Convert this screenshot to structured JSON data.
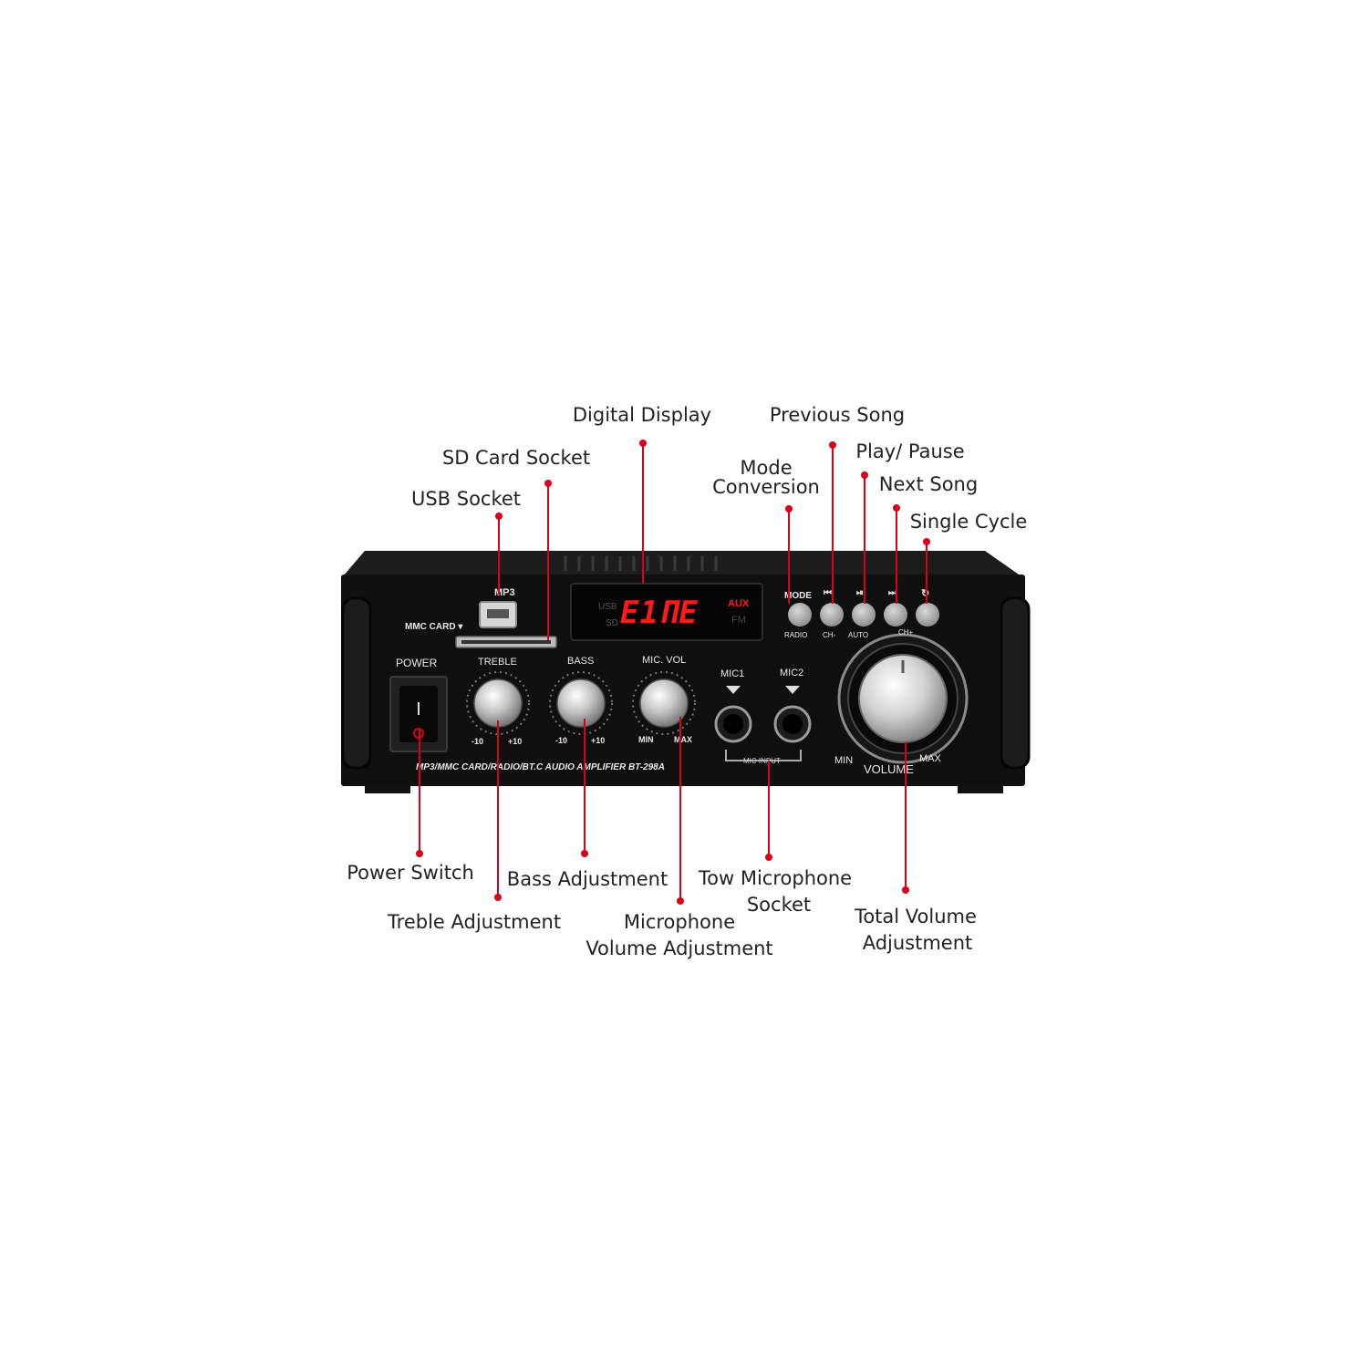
{
  "callouts": {
    "digital_display": "Digital Display",
    "previous_song": "Previous Song",
    "sd_card_socket": "SD Card Socket",
    "play_pause": "Play/ Pause",
    "mode_conversion_1": "Mode",
    "mode_conversion_2": "Conversion",
    "next_song": "Next Song",
    "usb_socket": "USB Socket",
    "single_cycle": "Single Cycle",
    "power_switch": "Power Switch",
    "bass_adjustment": "Bass Adjustment",
    "tow_microphone_1": "Tow Microphone",
    "tow_microphone_2": "Socket",
    "treble_adjustment": "Treble Adjustment",
    "mic_volume_1": "Microphone",
    "mic_volume_2": "Volume Adjustment",
    "total_volume_1": "Total Volume",
    "total_volume_2": "Adjustment"
  },
  "device": {
    "mp3": "MP3",
    "mmc_card": "MMC CARD ▾",
    "power": "POWER",
    "treble": "TREBLE",
    "bass": "BASS",
    "mic_vol": "MIC. VOL",
    "minus10": "-10",
    "plus10": "+10",
    "min": "MIN",
    "max": "MAX",
    "mic1": "MIC1",
    "mic2": "MIC2",
    "mic_input": "MIC INPUT",
    "mode": "MODE",
    "radio": "RADIO",
    "ch_minus": "CH-",
    "auto": "AUTO",
    "ch_plus": "CH+",
    "volume": "VOLUME",
    "model_line": "MP3/MMC CARD/RADIO/BT.C AUDIO AMPLIFIER BT-298A",
    "display_usb": "USB",
    "display_sd": "SD",
    "display_main": "E1ΠE",
    "display_aux": "AUX",
    "display_fm": "FM"
  }
}
